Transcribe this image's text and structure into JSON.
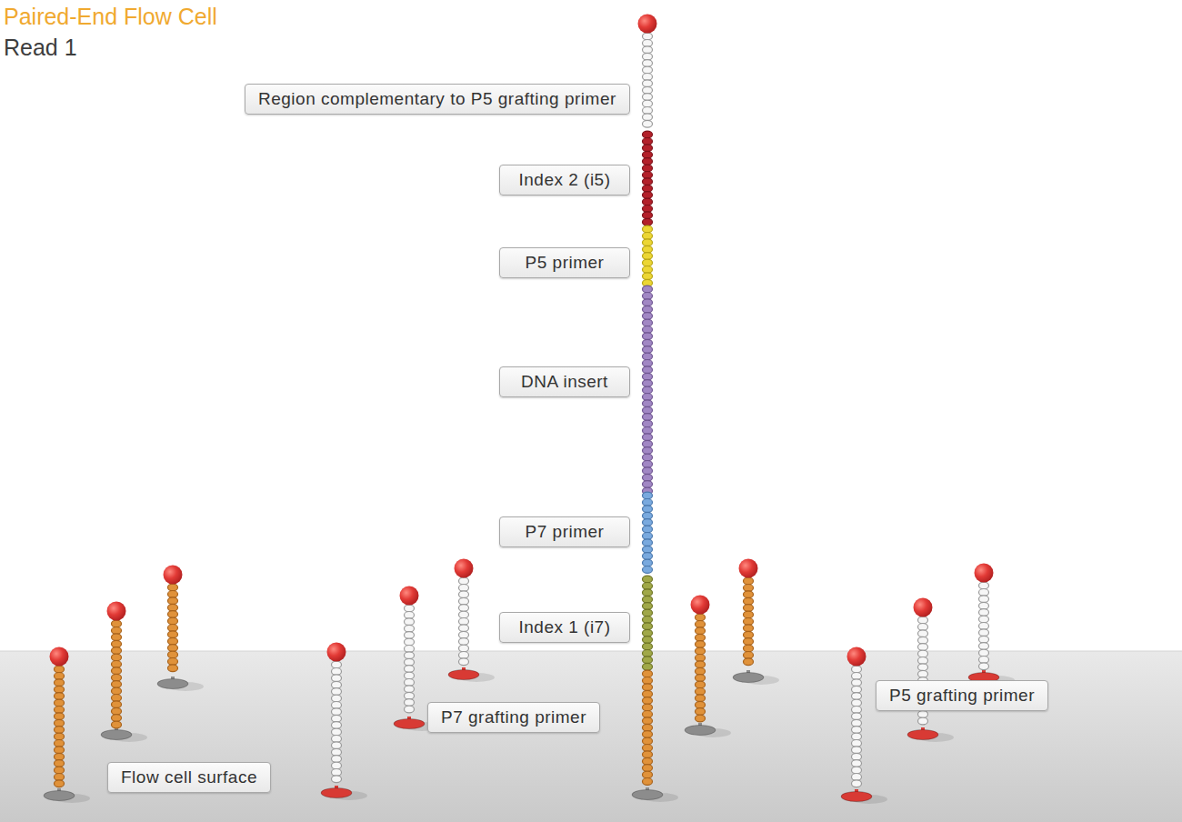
{
  "diagram": {
    "title": "Paired-End Flow Cell",
    "nodes": [
      {
        "text": [
          "Region complementary to P5 grafting primer"
        ]
      },
      {
        "text": [
          "Index 2 (i5)"
        ]
      },
      {
        "text": [
          "P5 primer"
        ]
      },
      {
        "text": [
          "DNA insert"
        ]
      },
      {
        "text": [
          "P7 primer"
        ]
      },
      {
        "text": [
          "Index 1 (i7)"
        ]
      },
      {
        "text": [
          "P5 grafting primer"
        ]
      },
      {
        "text": [
          "P7 grafting primer"
        ]
      },
      {
        "text": [
          "Flow cell surface"
        ]
      }
    ],
    "labels": [
      "Read 1"
    ]
  }
}
